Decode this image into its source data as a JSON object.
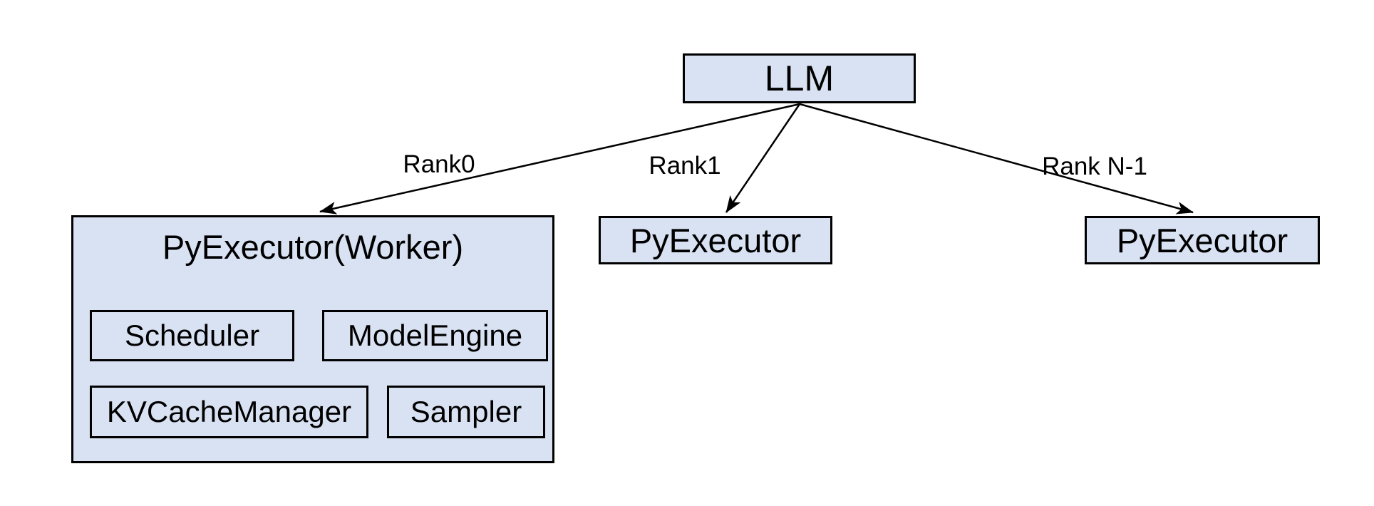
{
  "diagram": {
    "root": {
      "label": "LLM"
    },
    "edges": [
      {
        "label": "Rank0"
      },
      {
        "label": "Rank1"
      },
      {
        "label": "Rank N-1"
      }
    ],
    "workers": {
      "rank0": {
        "label": "PyExecutor(Worker)",
        "components": [
          {
            "label": "Scheduler"
          },
          {
            "label": "ModelEngine"
          },
          {
            "label": "KVCacheManager"
          },
          {
            "label": "Sampler"
          }
        ]
      },
      "rank1": {
        "label": "PyExecutor"
      },
      "rank_n_minus_1": {
        "label": "PyExecutor"
      }
    },
    "colors": {
      "box_fill": "#d9e2f3",
      "box_border": "#000000",
      "arrow": "#000000",
      "text": "#000000",
      "background": "#ffffff"
    }
  }
}
